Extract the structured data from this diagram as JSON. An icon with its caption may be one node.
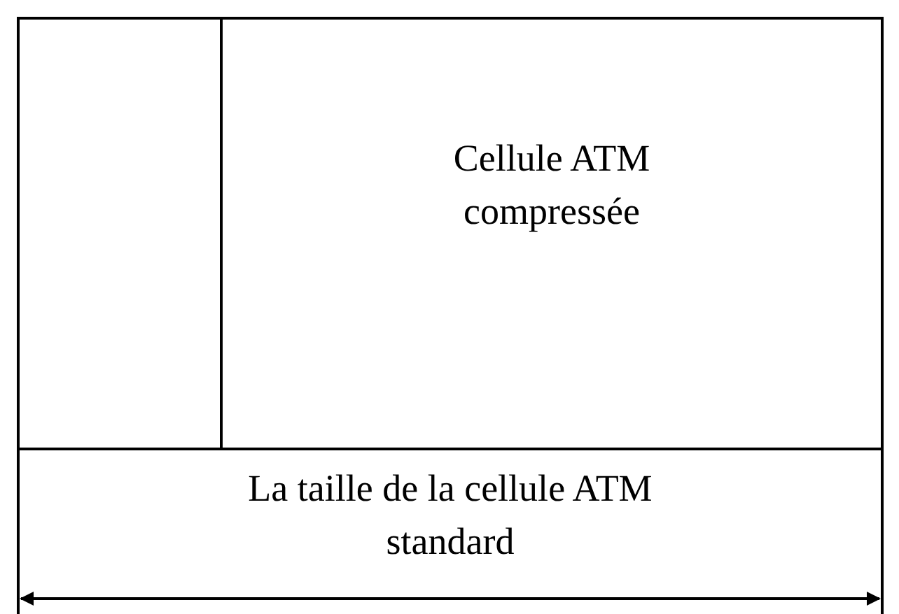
{
  "diagram": {
    "nodes": [
      {
        "text": [],
        "shape": "box"
      },
      {
        "text": [],
        "shape": "box",
        "in": 0
      },
      {
        "text": [
          "Cellule ATM compressée"
        ],
        "in": 0
      },
      {
        "text": [
          "La taille de la cellule ATM standard"
        ],
        "in": 0
      }
    ]
  }
}
